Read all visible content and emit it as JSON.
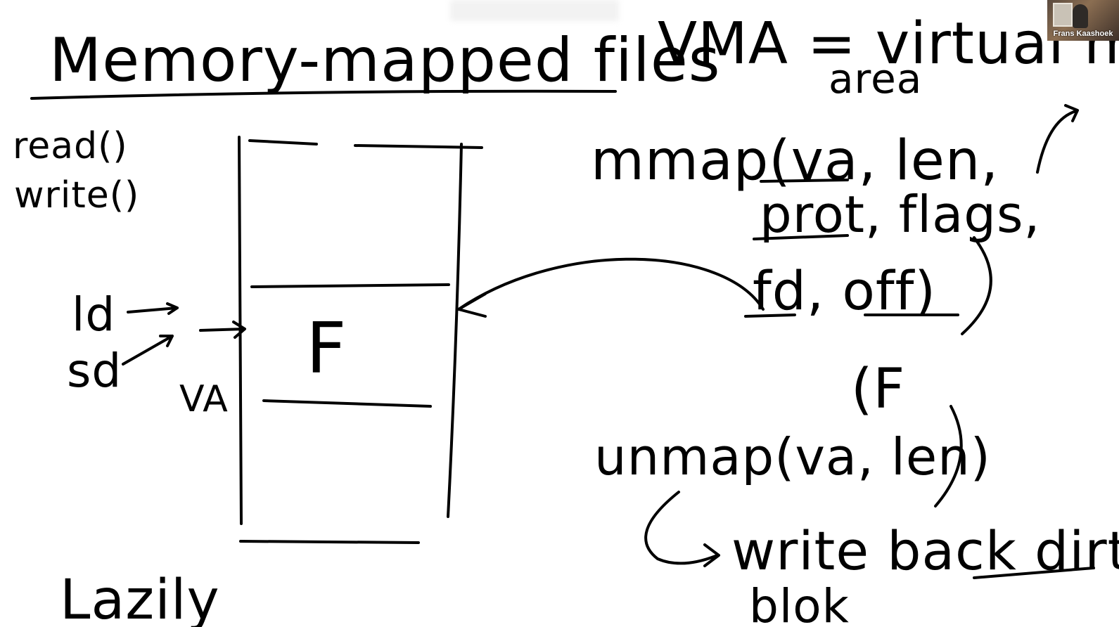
{
  "title": "Memory-mapped files",
  "left_notes": {
    "syscalls": [
      "read()",
      "write()"
    ],
    "ops": [
      "ld",
      "sd"
    ],
    "va_label": "VA",
    "bottom_word": "Lazily"
  },
  "diagram": {
    "region_label": "F"
  },
  "right_notes": {
    "vma_line1": "VMA = virtual mem",
    "vma_line2": "area",
    "mmap_line1": "mmap(va, len,",
    "mmap_line2": "prot, flags,",
    "mmap_line3": "fd, off)",
    "file_label": "(F",
    "unmap_line": "unmap(va, len)",
    "write_back_line1": "write back dirty",
    "write_back_line2": "blok"
  },
  "participant": {
    "name": "Frans Kaashoek"
  },
  "colors": {
    "ink": "#000000",
    "background": "#ffffff"
  }
}
